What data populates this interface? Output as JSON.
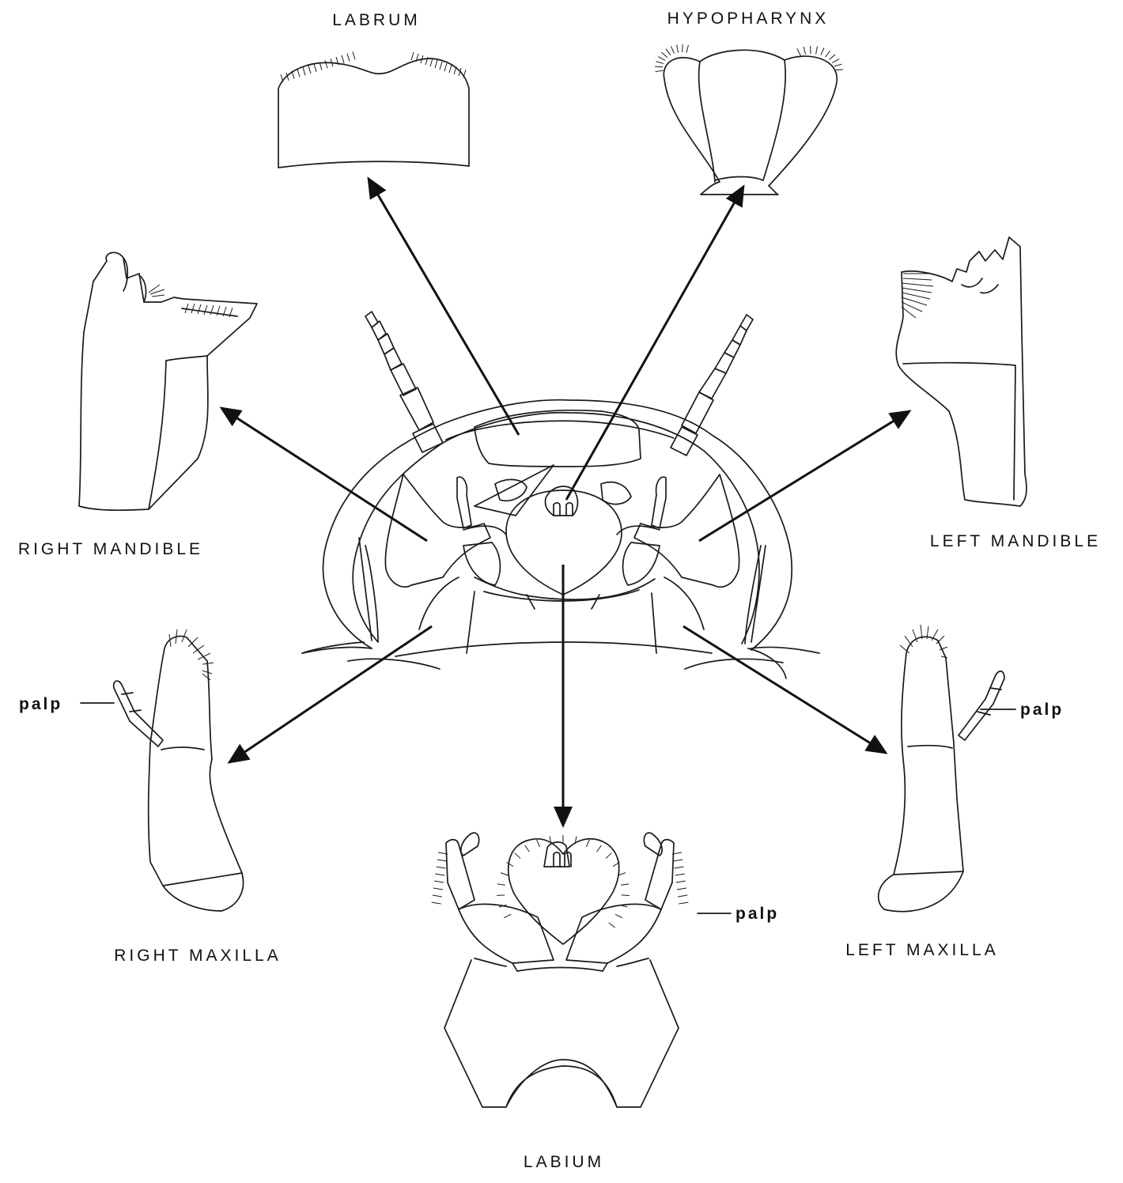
{
  "labels": {
    "labrum": "LABRUM",
    "hypopharynx": "HYPOPHARYNX",
    "right_mandible": "RIGHT MANDIBLE",
    "left_mandible": "LEFT MANDIBLE",
    "right_maxilla": "RIGHT MAXILLA",
    "left_maxilla": "LEFT MAXILLA",
    "labium": "LABIUM",
    "palp_right_maxilla": "palp",
    "palp_left_maxilla": "palp",
    "palp_labium": "palp"
  },
  "colors": {
    "line": "#1a1a1a",
    "background": "#ffffff"
  }
}
